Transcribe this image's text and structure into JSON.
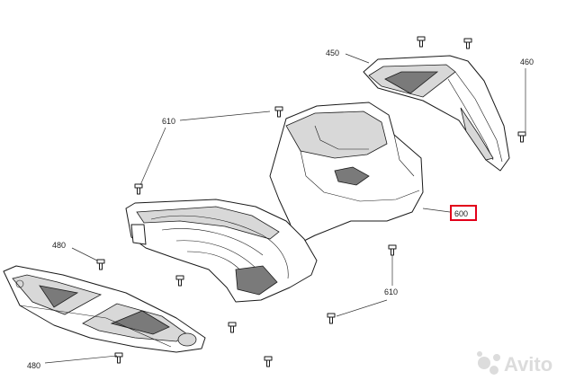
{
  "diagram": {
    "callouts": {
      "c450": "450",
      "c460": "460",
      "c610_top": "610",
      "c610_bottom": "610",
      "c600": "600",
      "c480_top": "480",
      "c480_bottom": "480"
    },
    "highlight_color": "#e2001a",
    "watermark": {
      "text": "Avito"
    },
    "icons": [
      "screw-icon",
      "avito-logo-icon"
    ]
  }
}
